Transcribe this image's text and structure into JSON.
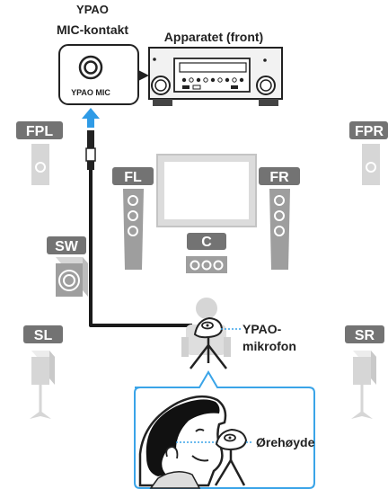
{
  "labels": {
    "ypao_mic_jack_line1": "YPAO",
    "ypao_mic_jack_line2": "MIC-kontakt",
    "unit_front": "Apparatet (front)",
    "panel_text": "YPAO MIC",
    "mic_line1": "YPAO-",
    "mic_line2": "mikrofon",
    "ear_height": "Ørehøyde"
  },
  "speakers": {
    "fpl": "FPL",
    "fpr": "FPR",
    "fl": "FL",
    "fr": "FR",
    "c": "C",
    "sw": "SW",
    "sl": "SL",
    "sr": "SR"
  },
  "colors": {
    "tag": "#737373",
    "speaker_dark": "#9e9e9e",
    "speaker_light": "#d6d6d6",
    "arrow": "#2f9be6",
    "callout_border": "#3aa4e8",
    "cable": "#1a1a1a"
  }
}
